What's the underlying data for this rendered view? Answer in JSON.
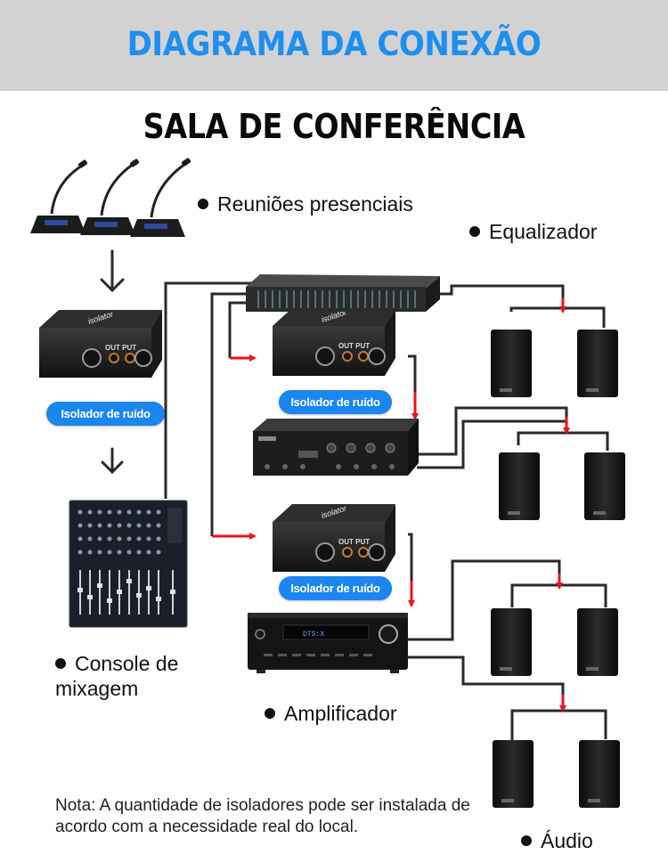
{
  "header": {
    "title": "DIAGRAMA DA CONEXÃO"
  },
  "subtitle": "SALA DE CONFERÊNCIA",
  "labels": {
    "meetings": "Reuniões presenciais",
    "equalizer": "Equalizador",
    "console_line1": "Console de",
    "console_line2": "mixagem",
    "amplifier": "Amplificador",
    "audio": "Áudio"
  },
  "isolator_label": "Isolador de ruído",
  "isolator_panel": "OUT PUT",
  "isolator_brand": "isolator",
  "receiver_display": "DTS:X",
  "note": "Nota: A quantidade de isoladores pode ser instalada de acordo com a necessidade real do local.",
  "colors": {
    "header_band": "#d2d2d2",
    "title": "#1e8ff0",
    "pill": "#1a86ee",
    "arrow_red": "#e8141b",
    "wire": "#2a2a2a"
  }
}
